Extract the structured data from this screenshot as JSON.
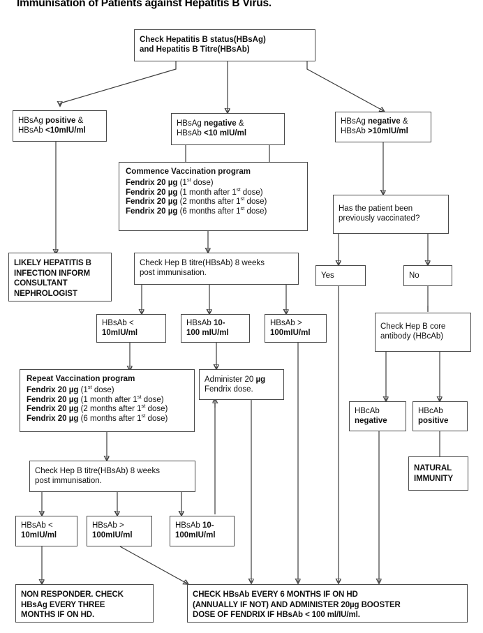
{
  "title": "Immunisation of Patients against Hepatitis B Virus.",
  "chart_data": {
    "type": "diagram",
    "title": "Immunisation of Patients against Hepatitis B Virus.",
    "nodes": [
      {
        "id": "root",
        "text": "Check Hepatitis B status(HBsAg) and Hepatitis B Titre(HBsAb)"
      },
      {
        "id": "n1",
        "text": "HBsAg positive & HBsAb <10mIU/ml"
      },
      {
        "id": "n2",
        "text": "HBsAg negative & HBsAb <10 mIU/ml"
      },
      {
        "id": "n3",
        "text": "HBsAg negative & HBsAb >10mIU/ml"
      },
      {
        "id": "n4",
        "text": "LIKELY HEPATITIS B INFECTION INFORM CONSULTANT NEPHROLOGIST"
      },
      {
        "id": "n5",
        "text": "Commence Vaccination program"
      },
      {
        "id": "n6",
        "text": "Has the patient been previously vaccinated?"
      },
      {
        "id": "n7",
        "text": "Check Hep B titre(HBsAb) 8 weeks post immunisation."
      },
      {
        "id": "n8",
        "text": "Yes"
      },
      {
        "id": "n9",
        "text": "No"
      },
      {
        "id": "n10",
        "text": "HBsAb < 10mIU/ml"
      },
      {
        "id": "n11",
        "text": "HBsAb 10-100 mIU/ml"
      },
      {
        "id": "n12",
        "text": "HBsAb > 100mIU/ml"
      },
      {
        "id": "n13",
        "text": "Check Hep B core antibody (HBcAb)"
      },
      {
        "id": "n14",
        "text": "Repeat Vaccination program"
      },
      {
        "id": "n15",
        "text": "Administer 20 µg Fendrix dose."
      },
      {
        "id": "n16",
        "text": "HBcAb negative"
      },
      {
        "id": "n17",
        "text": "HBcAb positive"
      },
      {
        "id": "n18",
        "text": "NATURAL IMMUNITY"
      },
      {
        "id": "n19",
        "text": "Check Hep B titre(HBsAb) 8 weeks post immunisation."
      },
      {
        "id": "n20",
        "text": "HBsAb < 10mIU/ml"
      },
      {
        "id": "n21",
        "text": "HBsAb > 100mIU/ml"
      },
      {
        "id": "n22",
        "text": "HBsAb 10-100mIU/ml"
      },
      {
        "id": "n23",
        "text": "NON RESPONDER. CHECK HBsAg EVERY THREE MONTHS IF ON HD."
      },
      {
        "id": "n24",
        "text": "CHECK HBsAb EVERY 6 MONTHS IF ON HD (ANNUALLY IF NOT) AND ADMINISTER 20µg BOOSTER DOSE OF FENDRIX IF HBsAb < 100 ml/IU/ml."
      }
    ],
    "edges": [
      [
        "root",
        "n1"
      ],
      [
        "root",
        "n2"
      ],
      [
        "root",
        "n3"
      ],
      [
        "n1",
        "n4"
      ],
      [
        "n2",
        "n5"
      ],
      [
        "n3",
        "n6"
      ],
      [
        "n5",
        "n7"
      ],
      [
        "n6",
        "n8"
      ],
      [
        "n6",
        "n9"
      ],
      [
        "n7",
        "n10"
      ],
      [
        "n7",
        "n11"
      ],
      [
        "n7",
        "n12"
      ],
      [
        "n9",
        "n13"
      ],
      [
        "n10",
        "n14"
      ],
      [
        "n11",
        "n15"
      ],
      [
        "n13",
        "n16"
      ],
      [
        "n13",
        "n17"
      ],
      [
        "n17",
        "n18"
      ],
      [
        "n14",
        "n19"
      ],
      [
        "n19",
        "n20"
      ],
      [
        "n19",
        "n21"
      ],
      [
        "n19",
        "n22"
      ],
      [
        "n20",
        "n23"
      ],
      [
        "n21",
        "n24"
      ],
      [
        "n22",
        "n15"
      ],
      [
        "n12",
        "n24"
      ],
      [
        "n8",
        "n24"
      ],
      [
        "n16",
        "n24"
      ]
    ]
  },
  "root": {
    "line1": "Check Hepatitis B status(HBsAg)",
    "line2": "and Hepatitis B Titre(HBsAb)"
  },
  "branch_left": {
    "label_a": "HBsAg ",
    "label_b": "positive",
    "label_c": " &",
    "line2_a": "HBsAb ",
    "line2_b": "<10mIU/ml"
  },
  "branch_mid": {
    "label_a": "HBsAg ",
    "label_b": "negative",
    "label_c": " &",
    "line2_a": "HBsAb ",
    "line2_b": "<10 mIU/ml"
  },
  "branch_right": {
    "label_a": "HBsAg ",
    "label_b": "negative",
    "label_c": " &",
    "line2_a": "HBsAb ",
    "line2_b": ">10mIU/ml"
  },
  "likely_infection": {
    "l1": "LIKELY HEPATITIS B",
    "l2": "INFECTION INFORM",
    "l3": "CONSULTANT",
    "l4": "NEPHROLOGIST"
  },
  "commence_vaccination": {
    "header": "Commence Vaccination program",
    "drug": "Fendrix 20 µg",
    "dose1": "(1",
    "dose1_sup": "st",
    "dose1_end": " dose)",
    "dose2": "(1 month after 1",
    "dose2_sup": "st",
    "dose2_end": " dose)",
    "dose3": "(2 months  after 1",
    "dose3_sup": "st",
    "dose3_end": " dose)",
    "dose4": "(6 months  after 1",
    "dose4_sup": "st",
    "dose4_end": " dose)"
  },
  "repeat_vaccination": {
    "header": "Repeat Vaccination program",
    "drug": "Fendrix 20 µg",
    "dose1": "(1",
    "dose1_sup": "st",
    "dose1_end": " dose)",
    "dose2": "(1 month after 1",
    "dose2_sup": "st",
    "dose2_end": " dose)",
    "dose3": "(2 months  after 1",
    "dose3_sup": "st",
    "dose3_end": " dose)",
    "dose4": "(6 months  after 1",
    "dose4_sup": "st",
    "dose4_end": " dose)"
  },
  "check_titre_1": {
    "l1": "Check Hep B titre(HBsAb) 8 weeks",
    "l2": "post immunisation."
  },
  "check_titre_2": {
    "l1": "Check Hep B titre(HBsAb) 8 weeks",
    "l2": "post immunisation."
  },
  "previously_vaccinated": {
    "l1": "Has the patient been",
    "l2": "previously vaccinated?"
  },
  "yes_box": {
    "label": "Yes"
  },
  "no_box": {
    "label": "No"
  },
  "result_row1": {
    "r1_a": "HBsAb < ",
    "r1_b": "10mIU/ml",
    "r2_a": "HBsAb  ",
    "r2_b": "10-",
    "r2_c": "100 mIU/ml",
    "r3_a": "HBsAb > ",
    "r3_b": "100mIU/ml"
  },
  "administer_dose": {
    "l1_a": "Administer 20 ",
    "l1_b": "µg",
    "l2": "Fendrix dose."
  },
  "check_core_antibody": {
    "l1": "Check Hep B core",
    "l2": "antibody (HBcAb)"
  },
  "hbcab_negative": {
    "l1": "HBcAb",
    "l2": "negative"
  },
  "hbcab_positive": {
    "l1": "HBcAb",
    "l2": "positive"
  },
  "natural_immunity": {
    "l1": "NATURAL",
    "l2": "IMMUNITY"
  },
  "result_row2": {
    "r1_a": "HBsAb < ",
    "r1_b": "10mIU/ml",
    "r2_a": "HBsAb > ",
    "r2_b": "100mIU/ml",
    "r3_a": "HBsAb ",
    "r3_b": "10-",
    "r3_c": "100mIU/ml"
  },
  "non_responder": {
    "l1": "NON RESPONDER. CHECK",
    "l2": "HBsAg EVERY THREE",
    "l3": "MONTHS IF ON HD."
  },
  "final_advice": {
    "l1": "CHECK HBsAb EVERY 6 MONTHS IF ON HD",
    "l2": "(ANNUALLY IF NOT)  AND ADMINISTER 20µg BOOSTER",
    "l3": "DOSE OF FENDRIX IF HBsAb < 100 ml/IU/ml."
  }
}
